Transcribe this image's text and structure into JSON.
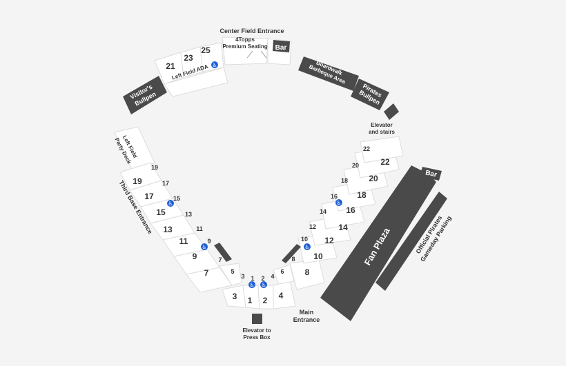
{
  "labels": {
    "center_field_entrance": "Center Field Entrance",
    "premium_line1": "4Topps",
    "premium_line2": "Premium Seating",
    "bar_top": "Bar",
    "bar_right": "Bar",
    "boardwalk_line1": "Boardwalk",
    "boardwalk_line2": "Barbeque Area",
    "pirates_bullpen_line1": "Pirates",
    "pirates_bullpen_line2": "Bullpen",
    "visitors_bullpen_line1": "Visitor's",
    "visitors_bullpen_line2": "Bullpen",
    "left_field_ada": "Left Field ADA",
    "elevator_stairs_line1": "Elevator",
    "elevator_stairs_line2": "and stairs",
    "left_field_party_line1": "Left Field",
    "left_field_party_line2": "Party Deck",
    "third_base_entrance": "Third Base Entrance",
    "fan_plaza": "Fan Plaza",
    "official_parking_line1": "Official Pirates",
    "official_parking_line2": "Gameday Parking",
    "main_entrance_line1": "Main",
    "main_entrance_line2": "Entrance",
    "elevator_press_line1": "Elevator to",
    "elevator_press_line2": "Press Box"
  },
  "sections": {
    "s21": "21",
    "s23": "23",
    "s25": "25",
    "s1": "1",
    "s2": "2",
    "s3": "3",
    "s4": "4",
    "s1_top": "1",
    "s2_top": "2",
    "s3_top": "3",
    "s4_top": "4",
    "s5": "5",
    "s6": "6",
    "s7": "7",
    "s8": "8",
    "s9": "9",
    "s9_top": "9",
    "s10": "10",
    "s10_top": "10",
    "s11": "11",
    "s11_top": "11",
    "s12": "12",
    "s12_top": "12",
    "s13": "13",
    "s13_top": "13",
    "s14": "14",
    "s14_top": "14",
    "s15": "15",
    "s15_top": "15",
    "s16": "16",
    "s16_top": "16",
    "s17": "17",
    "s17_top": "17",
    "s18": "18",
    "s18_top": "18",
    "s19": "19",
    "s19_top": "19",
    "s20": "20",
    "s20_top": "20",
    "s22": "22",
    "s22_top": "22"
  },
  "colors": {
    "background": "#f4f4f4",
    "section_fill": "#ffffff",
    "dark_block": "#4a4a4a",
    "ada_badge": "#1f5fd6"
  },
  "icons": [
    "wheelchair-icon"
  ]
}
